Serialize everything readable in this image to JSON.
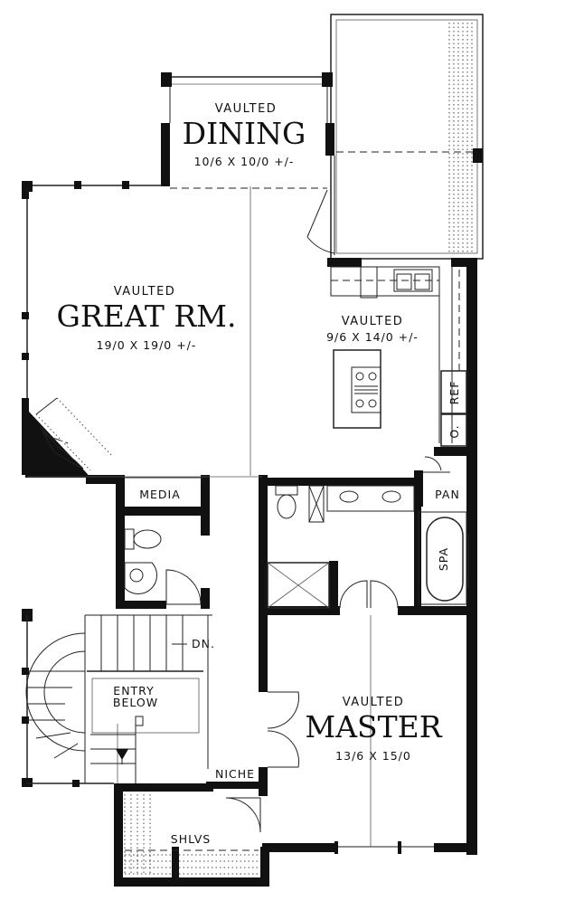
{
  "rooms": {
    "dining": {
      "qualifier": "VAULTED",
      "name": "DINING",
      "size": "10/6  X  10/0  +/-"
    },
    "great_room": {
      "qualifier": "VAULTED",
      "name": "GREAT RM.",
      "size": "19/0  X  19/0  +/-"
    },
    "kitchen": {
      "qualifier": "VAULTED",
      "size": "9/6  X  14/0  +/-"
    },
    "master": {
      "qualifier": "VAULTED",
      "name": "MASTER",
      "size": "13/6  X  15/0"
    }
  },
  "labels": {
    "media": "MEDIA",
    "pantry": "PAN",
    "refrigerator": "REF",
    "oven": "O.",
    "spa": "SPA",
    "stair_down": "DN.",
    "entry_line1": "ENTRY",
    "entry_line2": "BELOW",
    "niche": "NICHE",
    "shelves": "SHLVS"
  }
}
